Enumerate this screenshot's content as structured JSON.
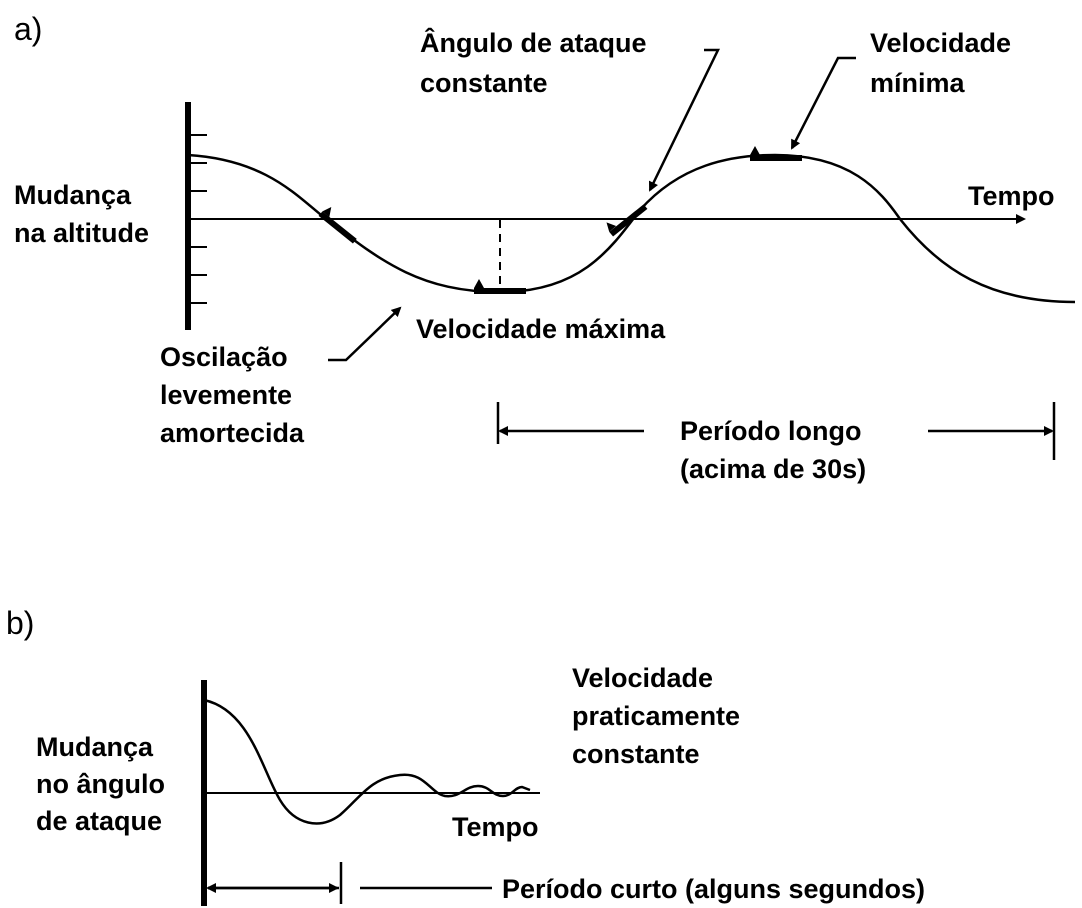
{
  "panel_a": {
    "letter": "a)",
    "y_label": [
      "Mudança",
      "na altitude"
    ],
    "x_label": "Tempo",
    "angle_label": [
      "Ângulo de ataque",
      "constante"
    ],
    "min_speed_label": [
      "Velocidade",
      "mínima"
    ],
    "max_speed_label": "Velocidade máxima",
    "damping_label": [
      "Oscilação",
      "levemente",
      "amortecida"
    ],
    "period_label": [
      "Período longo",
      "(acima de 30s)"
    ]
  },
  "panel_b": {
    "letter": "b)",
    "y_label": [
      "Mudança",
      "no ângulo",
      "de ataque"
    ],
    "x_label": "Tempo",
    "speed_label": [
      "Velocidade",
      "praticamente",
      "constante"
    ],
    "period_label": "Período curto (alguns segundos)"
  },
  "colors": {
    "ink": "#000000",
    "background": "#ffffff"
  }
}
